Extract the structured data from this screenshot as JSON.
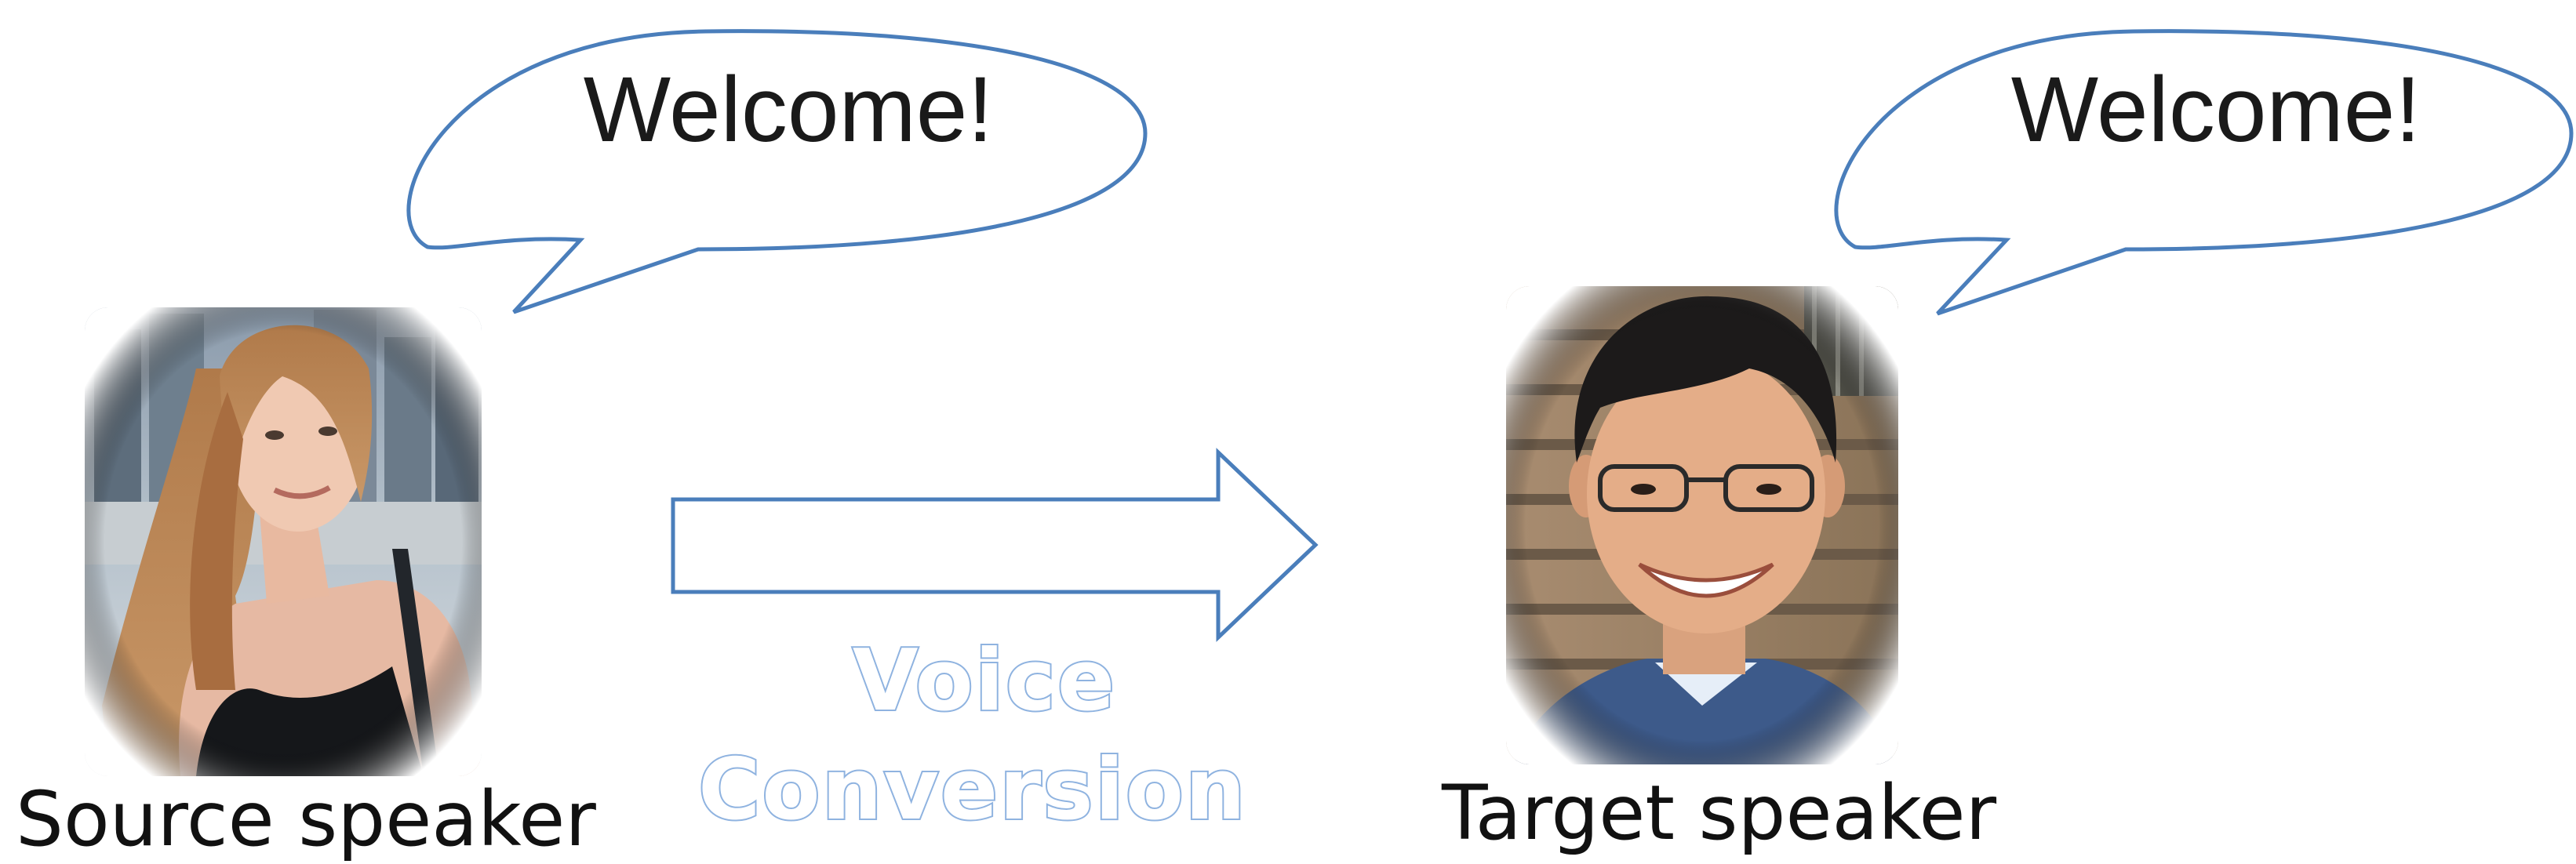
{
  "source": {
    "speech": "Welcome!",
    "caption": "Source speaker",
    "photo_icon": "woman-portrait"
  },
  "target": {
    "speech": "Welcome!",
    "caption": "Target speaker",
    "photo_icon": "man-portrait"
  },
  "conversion": {
    "label_line1": "Voice",
    "label_line2": "Conversion",
    "arrow_icon": "right-arrow-icon"
  },
  "colors": {
    "outline": "#4a7ebb",
    "label_outline": "#8fb3e0"
  }
}
